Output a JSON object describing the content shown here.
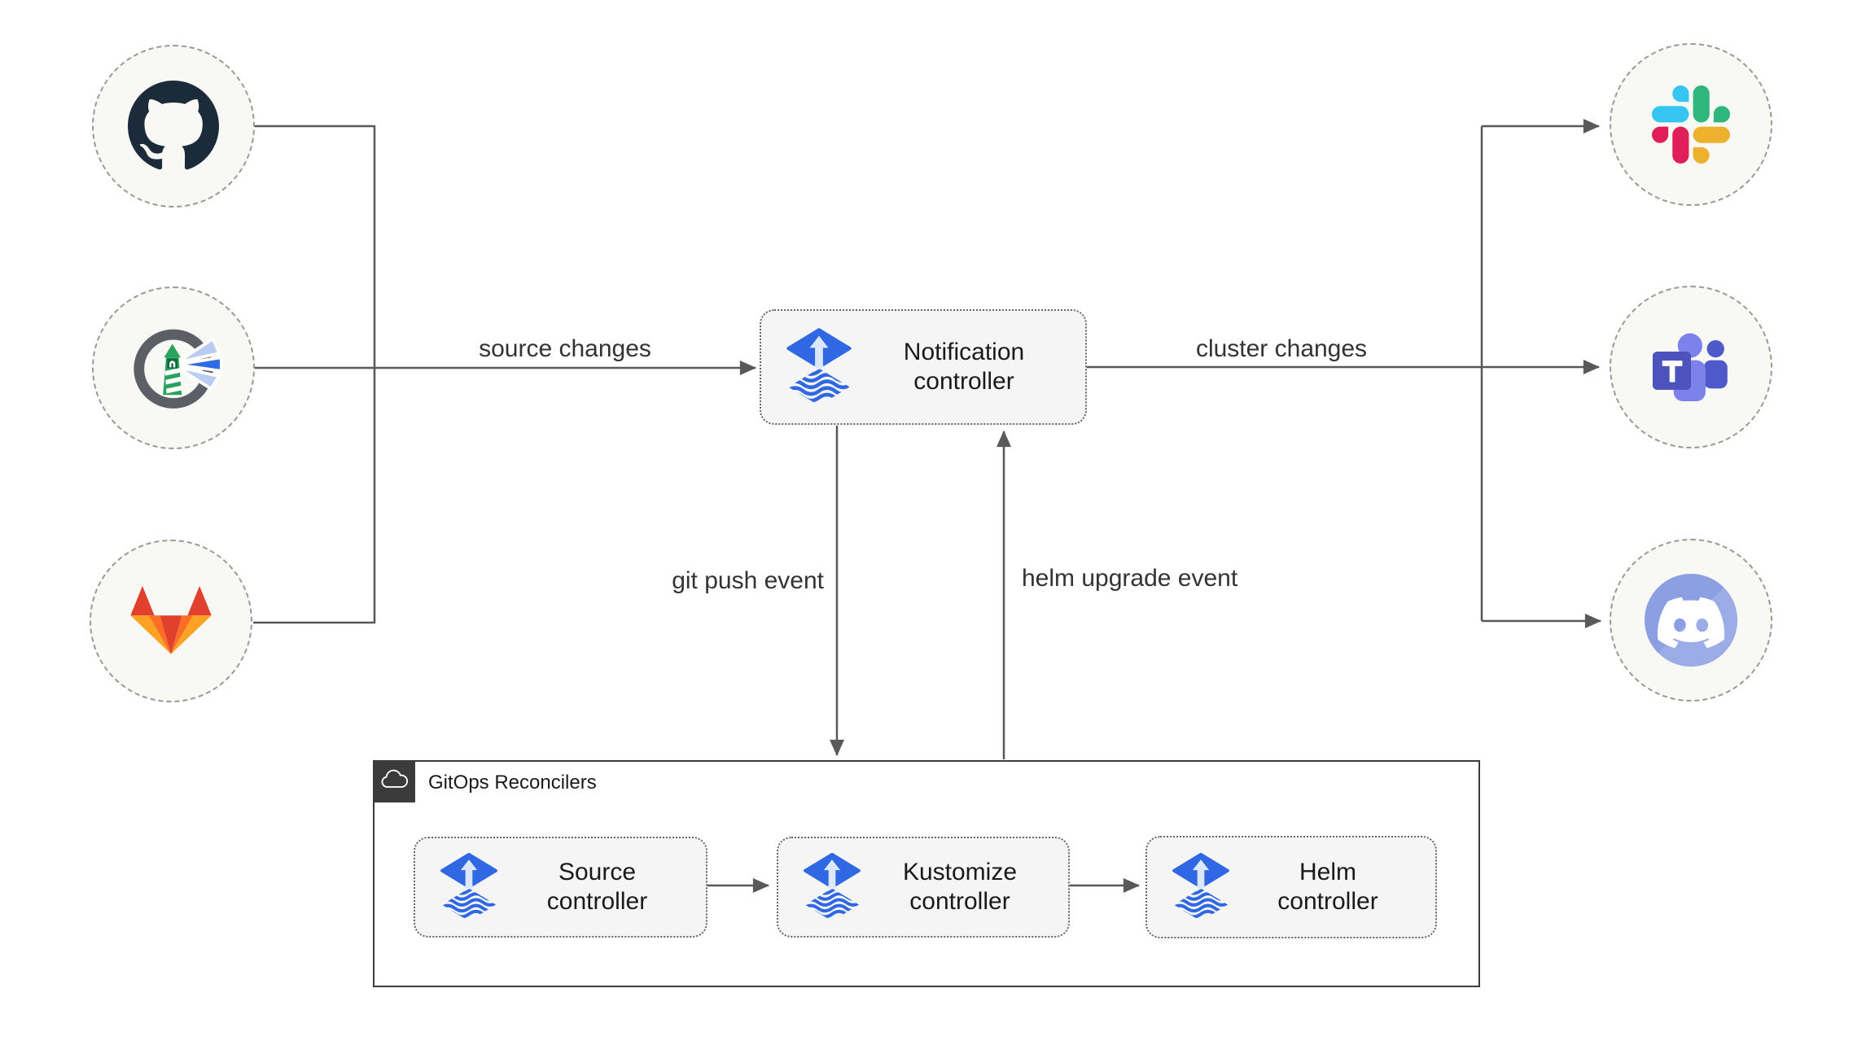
{
  "diagram": {
    "kind": "flowchart",
    "background": "#ffffff",
    "line_color": "#595959"
  },
  "nodes": {
    "notification": {
      "label": "Notification controller",
      "icon": "flux-icon"
    },
    "source": {
      "label": "Source controller",
      "icon": "flux-icon"
    },
    "kustomize": {
      "label": "Kustomize controller",
      "icon": "flux-icon"
    },
    "helm": {
      "label": "Helm controller",
      "icon": "flux-icon"
    }
  },
  "container": {
    "label": "GitOps Reconcilers",
    "icon": "cloud-icon",
    "border_color": "#3b3b3b"
  },
  "edges": {
    "source_changes": "source changes",
    "cluster_changes": "cluster changes",
    "git_push_event": "git push event",
    "helm_upgrade_event": "helm upgrade event"
  },
  "external_sources": [
    {
      "icon": "github-icon"
    },
    {
      "icon": "harbor-icon"
    },
    {
      "icon": "gitlab-icon"
    }
  ],
  "external_targets": [
    {
      "icon": "slack-icon"
    },
    {
      "icon": "teams-icon"
    },
    {
      "icon": "discord-icon"
    }
  ],
  "colors": {
    "flux_blue": "#3068e4",
    "node_fill": "#f5f5f5",
    "circle_fill": "#f8f8f5",
    "github_dark": "#1b2b3a",
    "gitlab_red": "#e0402c",
    "gitlab_orange": "#fc6d26",
    "gitlab_yellow": "#fca326",
    "harbor_green": "#2aa15c",
    "harbor_gray": "#5c6066",
    "slack_blue": "#36c5f0",
    "slack_green": "#2eb67d",
    "slack_yellow": "#ecb22e",
    "slack_red": "#e01e5a",
    "teams_purple": "#4c53bc",
    "teams_light": "#7b83eb",
    "discord_blurple": "#8c9fe3"
  }
}
